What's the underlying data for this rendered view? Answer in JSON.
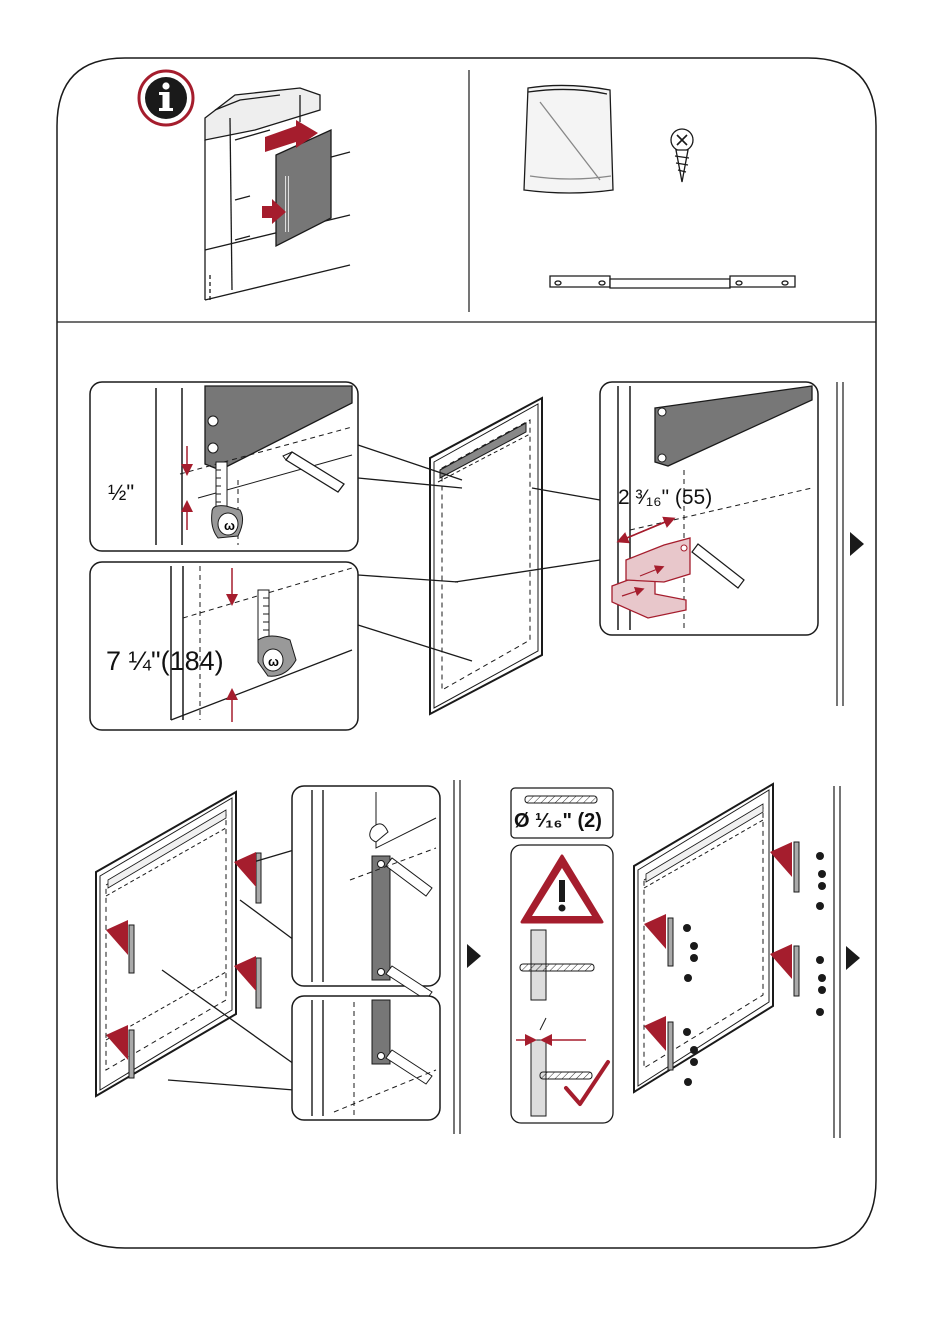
{
  "labels": {
    "half_inch": "½\"",
    "offset_55": "2 ³⁄₁₆\" (55)",
    "offset_184": "7 ¼\"(184)",
    "drill_size": "Ø ¹⁄₁₆\" (2)"
  },
  "colors": {
    "accent_red": "#a51d2d",
    "panel_gray": "#777777",
    "line": "#1a1a1a"
  },
  "icons": {
    "info": "info-icon",
    "warning": "warning-triangle-icon",
    "check": "checkmark-icon",
    "next": "next-step-arrow-icon",
    "screw": "screw-icon",
    "pencil": "pencil-icon",
    "tape": "tape-measure-icon"
  }
}
